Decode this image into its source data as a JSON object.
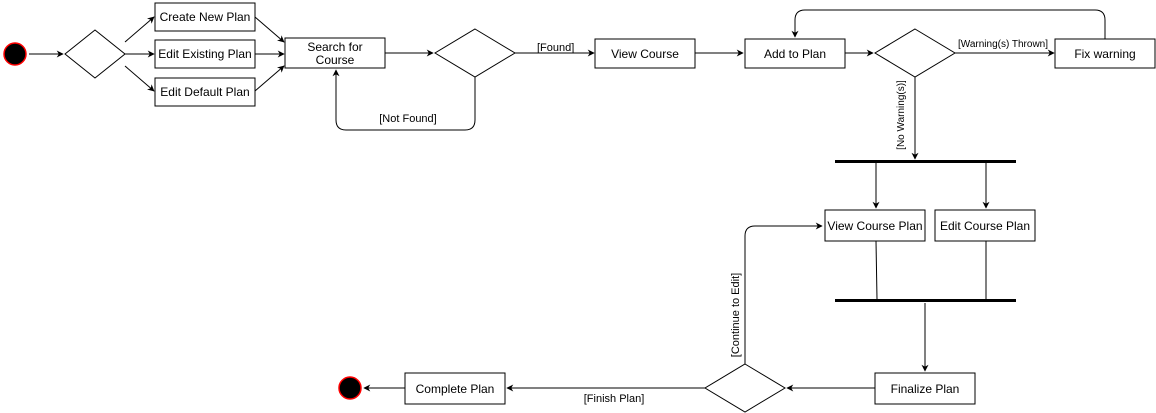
{
  "colors": {
    "line": "#000000",
    "node_fill": "#ffffff",
    "terminal_fill": "#000000",
    "terminal_stroke": "#ff0000"
  },
  "nodes": {
    "create_new_plan": "Create New Plan",
    "edit_existing_plan": "Edit Existing Plan",
    "edit_default_plan": "Edit Default Plan",
    "search_for_course_line1": "Search for",
    "search_for_course_line2": "Course",
    "view_course": "View Course",
    "add_to_plan": "Add to Plan",
    "fix_warning": "Fix warning",
    "view_course_plan": "View Course Plan",
    "edit_course_plan": "Edit Course Plan",
    "finalize_plan": "Finalize Plan",
    "complete_plan": "Complete Plan"
  },
  "edge_labels": {
    "found": "[Found]",
    "not_found": "[Not Found]",
    "warnings_thrown": "[Warning(s) Thrown]",
    "no_warnings": "[No Warning(s)]",
    "continue_to_edit": "[Continue to Edit]",
    "finish_plan": "[Finish Plan]"
  }
}
